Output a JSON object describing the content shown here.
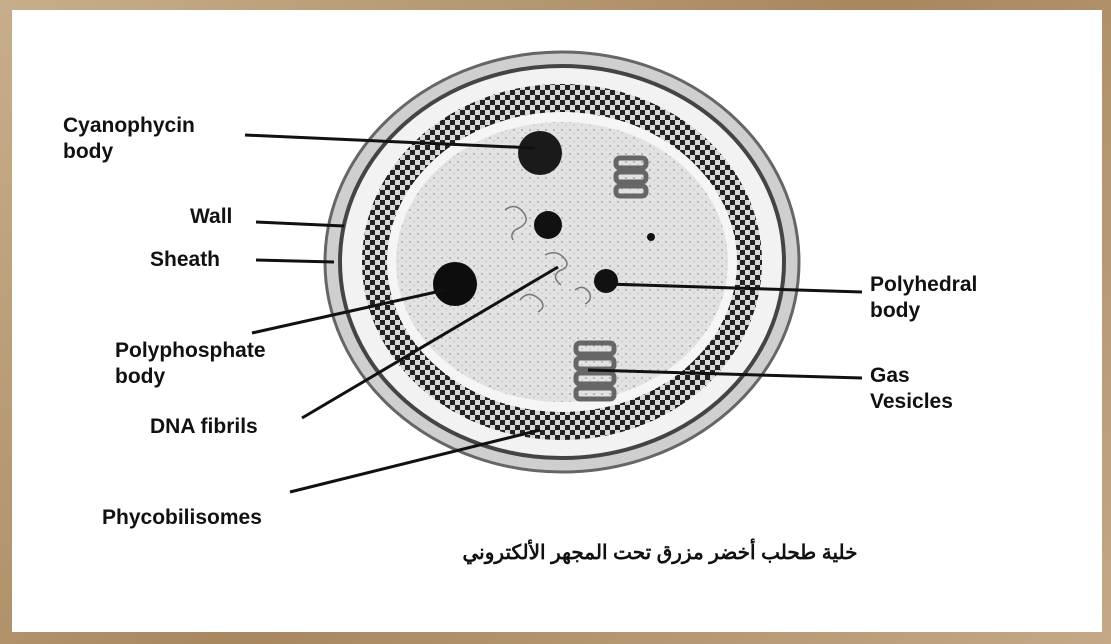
{
  "labels": {
    "cyanophycin": "Cyanophycin\nbody",
    "wall": "Wall",
    "sheath": "Sheath",
    "polyphosphate": "Polyphosphate\nbody",
    "dna": "DNA fibrils",
    "phycobilisomes": "Phycobilisomes",
    "polyhedral": "Polyhedral\nbody",
    "gas": "Gas\nVesicles"
  },
  "caption": "خلية طحلب أخضر مزرق تحت المجهر الألكتروني"
}
